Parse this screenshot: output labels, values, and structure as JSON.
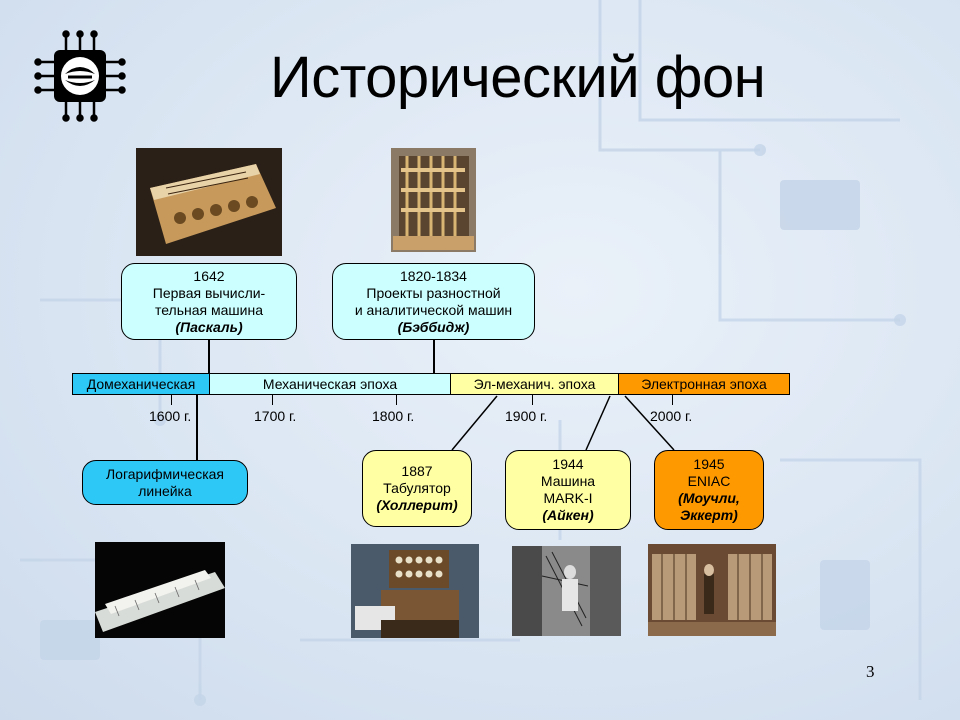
{
  "slide": {
    "title": "Исторический фон",
    "page_number": "3"
  },
  "timeline": {
    "eras": [
      {
        "label": "Домеханическая"
      },
      {
        "label": "Механическая эпоха"
      },
      {
        "label": "Эл-механич. эпоха"
      },
      {
        "label": "Электронная эпоха"
      }
    ],
    "years": [
      "1600 г.",
      "1700 г.",
      "1800 г.",
      "1900 г.",
      "2000 г."
    ]
  },
  "events": {
    "pascal": {
      "year": "1642",
      "line1": "Первая вычисли-",
      "line2": "тельная машина",
      "author": "(Паскаль)"
    },
    "babbage": {
      "year": "1820-1834",
      "line1": "Проекты разностной",
      "line2": "и аналитической машин",
      "author": "(Бэббидж)"
    },
    "slide_rule": {
      "line1": "Логарифмическая",
      "line2": "линейка"
    },
    "hollerith": {
      "year": "1887",
      "line1": "Табулятор",
      "author": "(Холлерит)"
    },
    "aiken": {
      "year": "1944",
      "line1": "Машина",
      "line2": "MARK-I",
      "author": "(Айкен)"
    },
    "eniac": {
      "year": "1945",
      "line1": "ENIAC",
      "author1": "(Моучли,",
      "author2": "Эккерт)"
    }
  },
  "colors": {
    "cyan_box": "#ccffff",
    "blue_box": "#2ec8f7",
    "yellow_box": "#ffffa3",
    "orange_box": "#ff9900"
  }
}
